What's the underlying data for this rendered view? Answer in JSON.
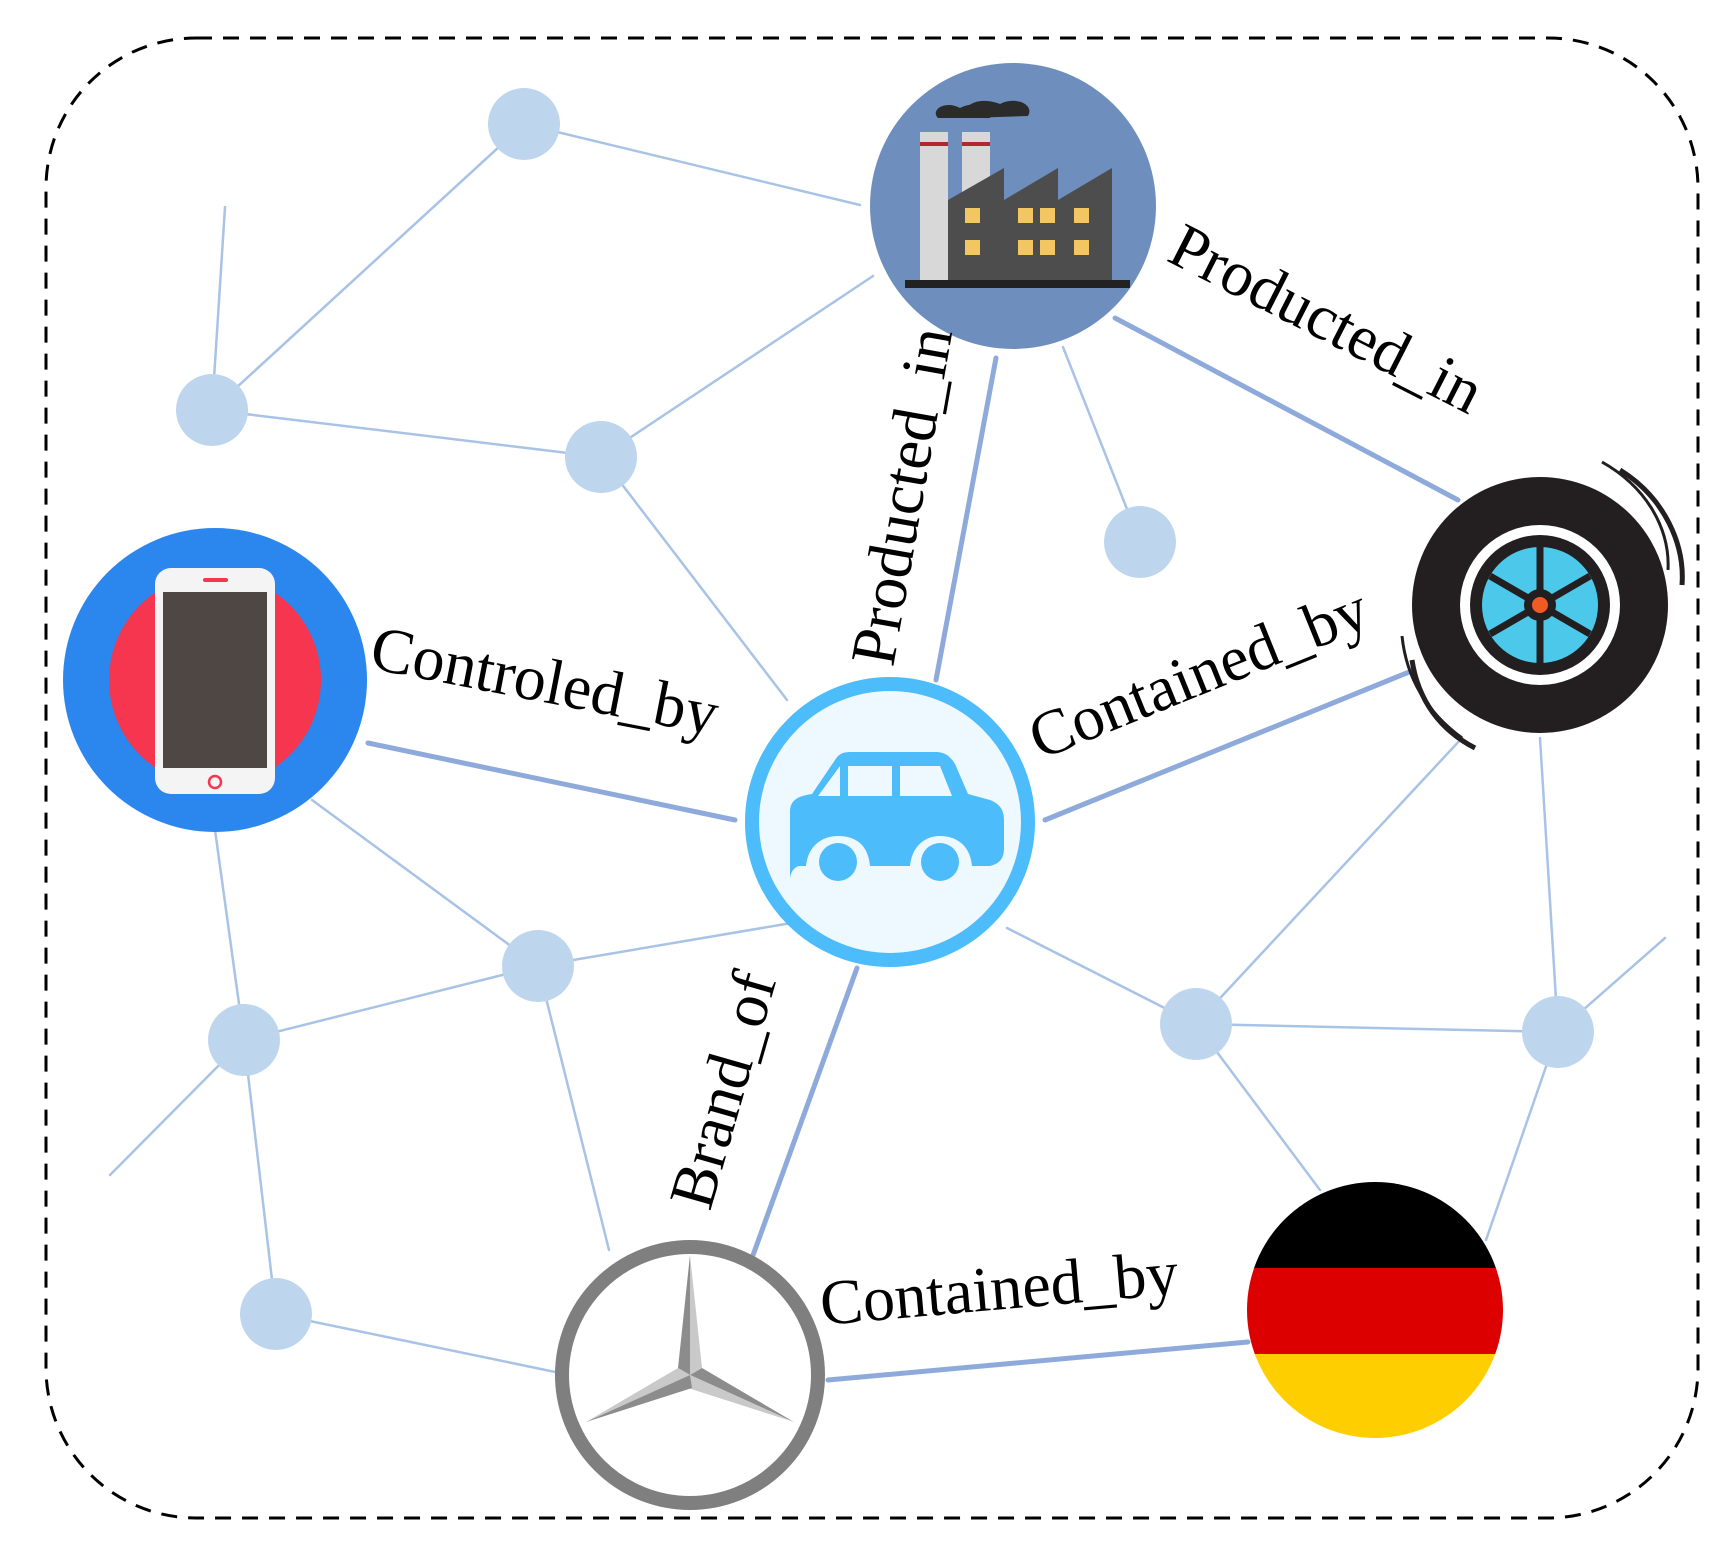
{
  "relations": {
    "phone_car": "Controled_by",
    "factory_car": "Producted_in",
    "factory_tire": "Producted_in",
    "car_tire": "Contained_by",
    "car_brand": "Brand_of",
    "brand_germany": "Contained_by"
  },
  "entities": [
    {
      "name": "smartphone",
      "icon": "smartphone-icon"
    },
    {
      "name": "factory",
      "icon": "factory-icon"
    },
    {
      "name": "car",
      "icon": "car-icon"
    },
    {
      "name": "tire",
      "icon": "tire-icon"
    },
    {
      "name": "brand",
      "icon": "three-pointed-star-logo-icon"
    },
    {
      "name": "germany",
      "icon": "germany-flag-icon"
    }
  ],
  "colors": {
    "background_node": "#bdd6ee",
    "background_edge": "#a8c3e6",
    "relation_edge": "#8eaadb",
    "border": "#000000",
    "phone_bg": "#2b86ee",
    "phone_inner": "#f5364e",
    "factory_bg": "#6e8fbd",
    "car_ring": "#4dbcfb",
    "car_fill": "#eef8ff",
    "tire_black": "#231f20",
    "tire_rim": "#4cc9ea",
    "brand_gray": "#7f7f7f",
    "flag_black": "#000000",
    "flag_red": "#dd0000",
    "flag_gold": "#ffce00"
  }
}
